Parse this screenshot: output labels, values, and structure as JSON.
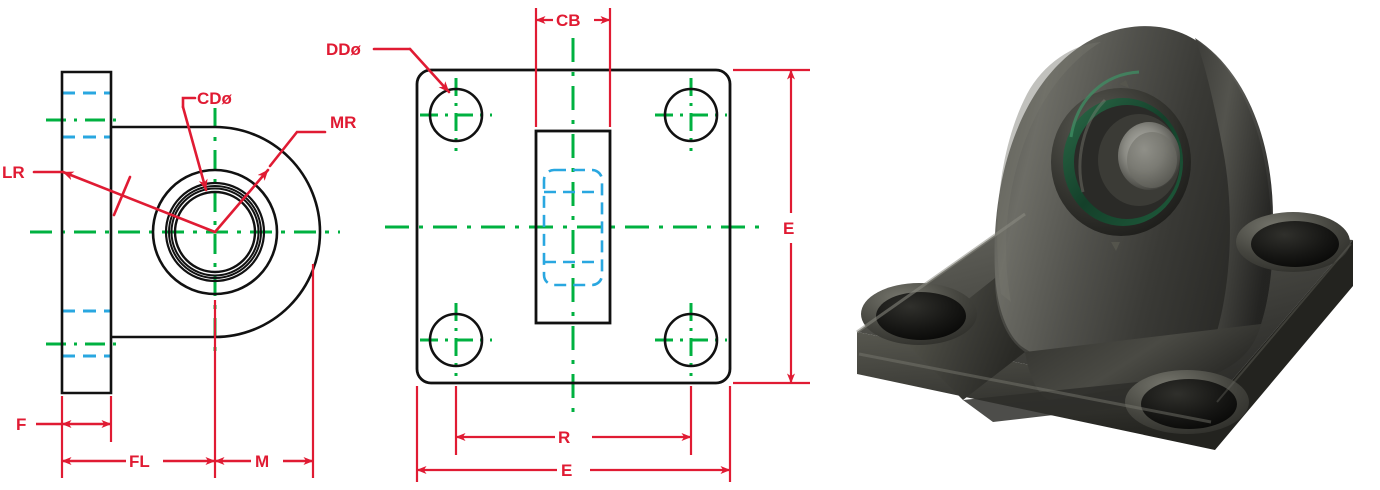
{
  "drawing": {
    "title": "Clevis bracket mounting dimensional drawing",
    "colors": {
      "outline": "#111111",
      "dimension": "#e01b33",
      "centerline": "#00b140",
      "hidden": "#29a7e0",
      "background": "#ffffff",
      "part_body": "#3a3a38",
      "part_shadow": "#1c1c1b",
      "part_highlight": "#6e6e68",
      "seal_green": "#1d5e3a"
    },
    "views": [
      {
        "name": "side-view",
        "position": "left",
        "labels": [
          "LR",
          "CDø",
          "MR",
          "F",
          "FL",
          "M"
        ]
      },
      {
        "name": "front-view",
        "position": "center",
        "labels": [
          "DDø",
          "CB",
          "E",
          "R",
          "E"
        ]
      },
      {
        "name": "product-photo",
        "position": "right",
        "labels": []
      }
    ],
    "callouts": {
      "lr": "LR",
      "cd_dia": "CDø",
      "mr": "MR",
      "dd_dia": "DDø"
    },
    "dimensions": {
      "f": "F",
      "fl": "FL",
      "m": "M",
      "cb": "CB",
      "e_vertical": "E",
      "r": "R",
      "e_horizontal": "E"
    }
  }
}
